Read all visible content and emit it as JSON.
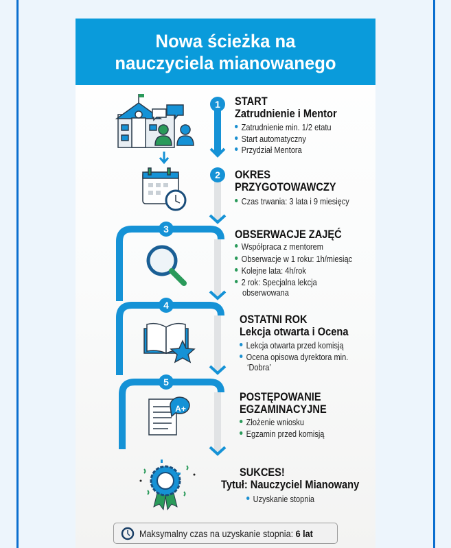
{
  "title": {
    "line1": "Nowa ścieżka na",
    "line2": "nauczyciela mianowanego"
  },
  "steps": [
    {
      "number": "1",
      "heading1": "START",
      "heading2": "Zatrudnienie i Mentor",
      "bullets": [
        "Zatrudnienie min. 1/2 etatu",
        "Start automatyczny",
        "Przydział Mentora"
      ]
    },
    {
      "number": "2",
      "heading1": "OKRES",
      "heading2": "PRZYGOTOWAWCZY",
      "bullets": [
        "Czas trwania: 3 lata i 9 miesięcy"
      ]
    },
    {
      "number": "3",
      "heading1": "OBSERWACJE ZAJĘĆ",
      "bullets": [
        "Współpraca z mentorem",
        "Obserwacje w 1 roku: 1h/miesiąc",
        "Kolejne lata: 4h/rok",
        "2 rok: Specjalna lekcja",
        "obserwowana"
      ]
    },
    {
      "number": "4",
      "heading1": "OSTATNI ROK",
      "heading2": "Lekcja otwarta i Ocena",
      "bullets": [
        "Lekcja otwarta przed komisją",
        "Ocena opisowa dyrektora min.",
        "‘Dobra’"
      ]
    },
    {
      "number": "5",
      "heading1": "POSTĘPOWANIE",
      "heading2": "EGZAMINACYJNE",
      "bullets": [
        "Złożenie wniosku",
        "Egzamin przed komisją"
      ]
    },
    {
      "heading1": "SUKCES!",
      "heading2": "Tytuł: Nauczyciel Mianowany",
      "bullets": [
        "Uzyskanie stopnia"
      ]
    }
  ],
  "icon_badge": "A+",
  "footer": {
    "label": "Maksymalny czas na uzyskanie stopnia:",
    "value": "6 lat"
  },
  "colors": {
    "primary": "#0a9bdb",
    "green": "#2a9a5a",
    "frame": "#0b6fcf"
  }
}
